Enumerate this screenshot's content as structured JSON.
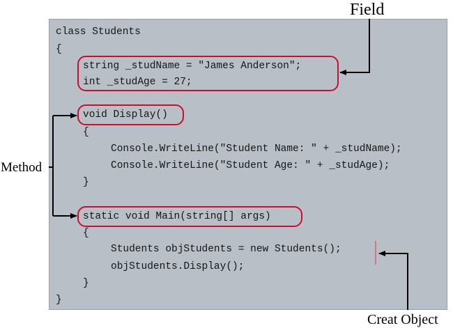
{
  "code_lines": [
    "class Students",
    "{",
    "string _studName = \"James Anderson\";",
    "int _studAge = 27;",
    "void Display()",
    "{",
    "Console.WriteLine(\"Student Name: \" + _studName);",
    "Console.WriteLine(\"Student Age: \" + _studAge);",
    "}",
    "static void Main(string[] args)",
    "{",
    "Students objStudents = new Students();",
    "objStudents.Display();",
    "}",
    "}"
  ],
  "labels": {
    "field": "Field",
    "method": "Method",
    "create_object": "Creat Object"
  },
  "colors": {
    "panel_background": "#b9bfc6",
    "highlight_border": "#c8102e",
    "cursor_mark": "#e05a6a",
    "arrow": "#000000"
  }
}
